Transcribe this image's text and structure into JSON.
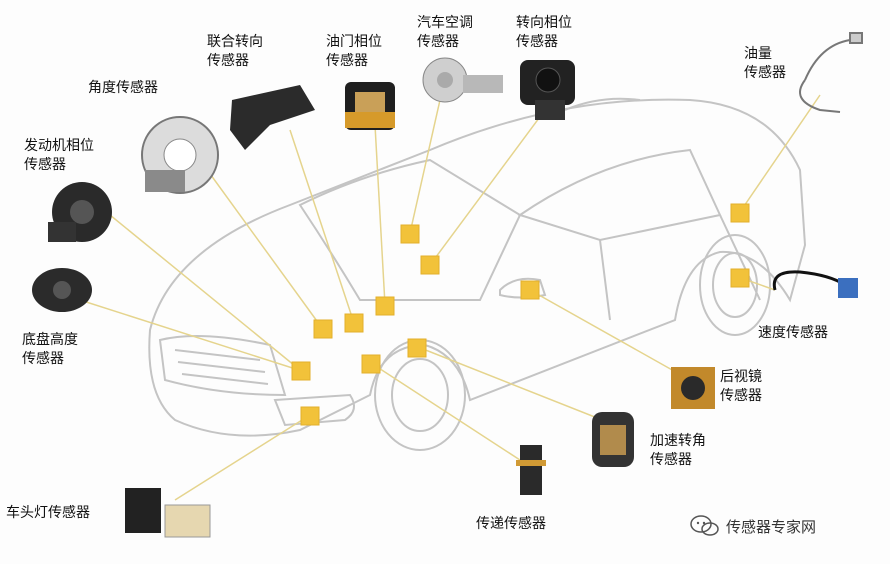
{
  "labels": {
    "angle": [
      "角度传感器"
    ],
    "linked_steering": [
      "联合转向",
      "传感器"
    ],
    "throttle_phase": [
      "油门相位",
      "传感器"
    ],
    "ac": [
      "汽车空调",
      "传感器"
    ],
    "steering_phase": [
      "转向相位",
      "传感器"
    ],
    "oil_level": [
      "油量",
      "传感器"
    ],
    "engine_phase": [
      "发动机相位",
      "传感器"
    ],
    "chassis_height": [
      "底盘高度",
      "传感器"
    ],
    "speed": [
      "速度传感器"
    ],
    "mirror": [
      "后视镜",
      "传感器"
    ],
    "accel_turn": [
      "加速转角",
      "传感器"
    ],
    "transmission": [
      "传递传感器"
    ],
    "headlight": [
      "车头灯传感器"
    ]
  },
  "watermark": "传感器专家网",
  "colors": {
    "marker": "#f2c23a",
    "leader": "#e8d795",
    "outline": "#bdbdbd"
  }
}
